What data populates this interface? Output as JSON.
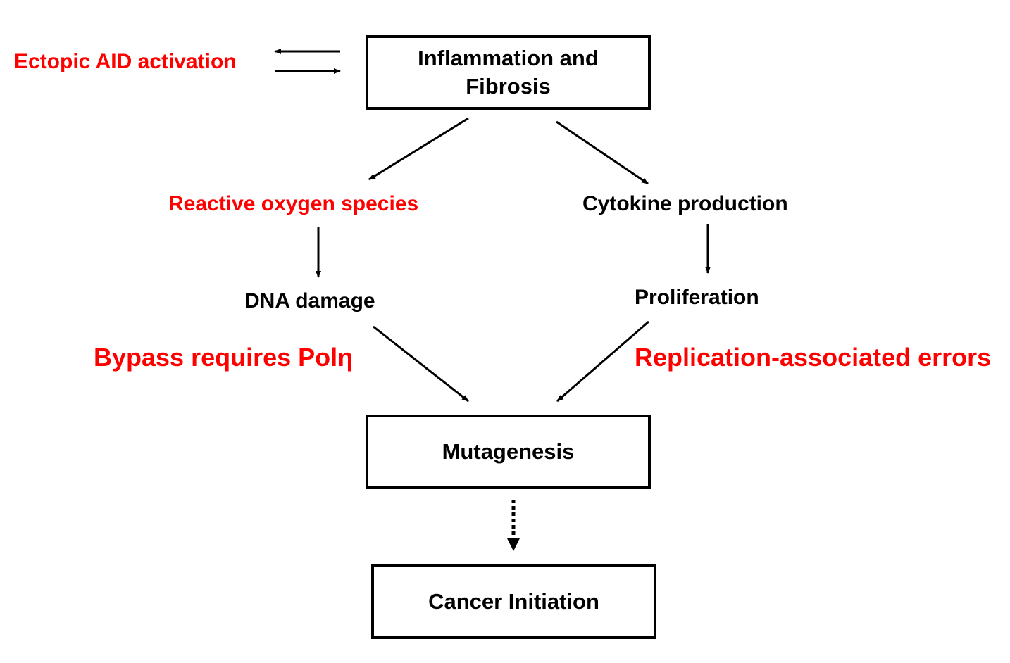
{
  "diagram": {
    "colors": {
      "highlight": "#ff0000",
      "default": "#000000"
    },
    "nodes": {
      "inflammation": {
        "line1": "Inflammation and",
        "line2": "Fibrosis"
      },
      "aid": "Ectopic AID activation",
      "ros": "Reactive oxygen species",
      "cytokine": "Cytokine production",
      "dna_damage": "DNA damage",
      "proliferation": "Proliferation",
      "bypass": "Bypass requires Polη",
      "replication": "Replication-associated errors",
      "mutagenesis": "Mutagenesis",
      "cancer": "Cancer Initiation"
    },
    "edges": [
      {
        "from": "aid",
        "to": "inflammation",
        "style": "solid",
        "bidirectional": true
      },
      {
        "from": "inflammation",
        "to": "ros",
        "style": "solid"
      },
      {
        "from": "inflammation",
        "to": "cytokine",
        "style": "solid"
      },
      {
        "from": "ros",
        "to": "dna_damage",
        "style": "solid"
      },
      {
        "from": "cytokine",
        "to": "proliferation",
        "style": "solid"
      },
      {
        "from": "dna_damage",
        "to": "mutagenesis",
        "style": "solid"
      },
      {
        "from": "proliferation",
        "to": "mutagenesis",
        "style": "solid"
      },
      {
        "from": "mutagenesis",
        "to": "cancer",
        "style": "dotted"
      }
    ]
  }
}
